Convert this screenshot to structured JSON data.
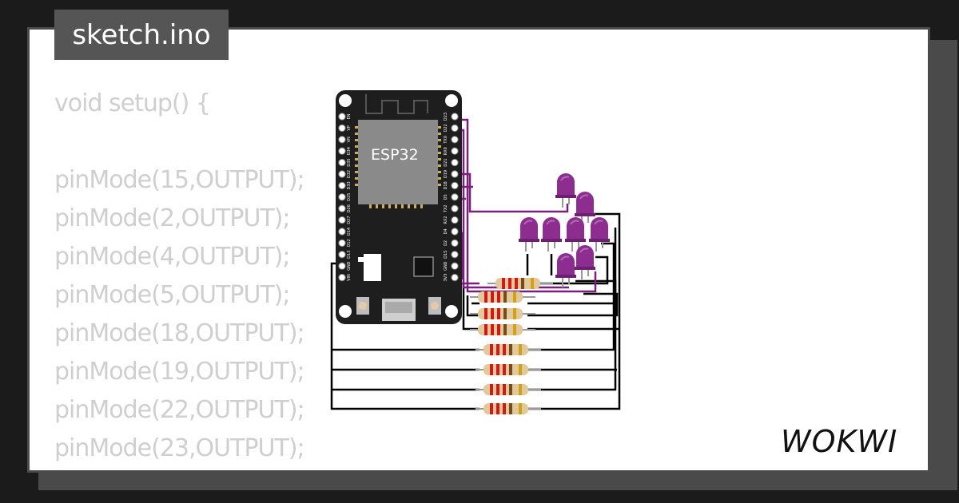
{
  "file_tab": {
    "label": "sketch.ino"
  },
  "code": {
    "lines": [
      "void setup() {",
      "",
      "pinMode(15,OUTPUT);",
      "pinMode(2,OUTPUT);",
      "pinMode(4,OUTPUT);",
      "pinMode(5,OUTPUT);",
      "pinMode(18,OUTPUT);",
      "pinMode(19,OUTPUT);",
      "pinMode(22,OUTPUT);",
      "pinMode(23,OUTPUT);"
    ]
  },
  "board": {
    "chip_label": "ESP32",
    "left_pins": [
      "EN",
      "VP",
      "VN",
      "D34",
      "D35",
      "D32",
      "D33",
      "D25",
      "D26",
      "D27",
      "D14",
      "D12",
      "D13",
      "GND",
      "VIN"
    ],
    "right_pins": [
      "D23",
      "D22",
      "TX0",
      "RX0",
      "D21",
      "D19",
      "D18",
      "D5",
      "TX2",
      "RX2",
      "D4",
      "D2",
      "D15",
      "GND",
      "3V3"
    ]
  },
  "parts": {
    "led_count": 8,
    "resistor_count": 8
  },
  "brand": {
    "logo_text": "WOKWI"
  },
  "colors": {
    "background": "#1b1b1b",
    "card": "#ffffff",
    "tab": "#555555",
    "code_text": "#cfcfcf",
    "board": "#1e1e1e",
    "led": "#8e2d90",
    "wire_signal": "#7b1f7f",
    "wire_ground": "#000000"
  }
}
